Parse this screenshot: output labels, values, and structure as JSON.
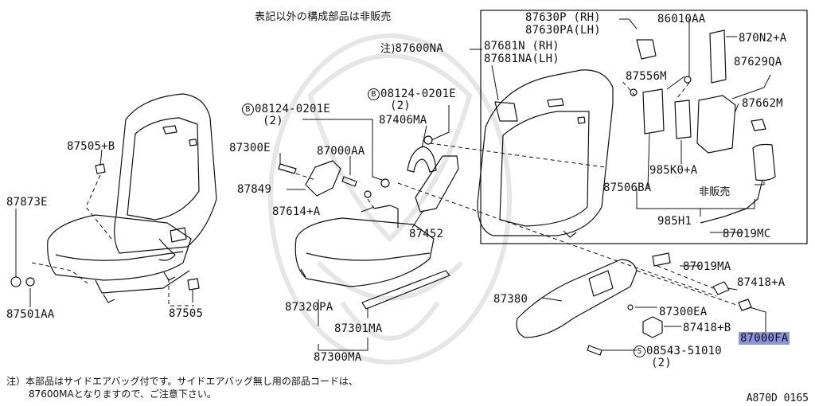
{
  "header_note": "表記以外の構成部品は非販売",
  "labels": {
    "p87630p": "87630P (RH)",
    "p87630pa": "87630PA(LH)",
    "p86010aa": "86010AA",
    "p870n2a": "870N2+A",
    "note_prefix": "注)",
    "p87600na": "87600NA",
    "p87681n": "87681N (RH)",
    "p87681na": "87681NA(LH)",
    "p87629qa": "87629QA",
    "p87556m": "87556M",
    "p87662m": "87662M",
    "b_mark": "B",
    "bolt1": "08124-0201E",
    "bolt1_qty": "(2)",
    "bolt2": "08124-0201E",
    "bolt2_qty": "(2)",
    "p87406ma": "87406MA",
    "p87505b": "87505+B",
    "p87300e": "87300E",
    "p87000aa": "87000AA",
    "p985k0a": "985K0+A",
    "p87849": "87849",
    "p87506ba": "87506BA",
    "not_sold": "非販売",
    "p87873e": "87873E",
    "p87614a": "87614+A",
    "p985h1": "985H1",
    "p87452": "87452",
    "p87019mc": "87019MC",
    "p87019ma": "87019MA",
    "p87418a": "87418+A",
    "p87380": "87380",
    "p87320pa": "87320PA",
    "p87300ea": "87300EA",
    "p87501aa": "87501AA",
    "p87505": "87505",
    "p87301ma": "87301MA",
    "p87418b": "87418+B",
    "p87000fa": "87000FA",
    "s_mark": "S",
    "screw": "08543-51010",
    "screw_qty": "(2)",
    "p87300ma": "87300MA"
  },
  "footer": {
    "line1": "注）本部品はサイドエアバッグ付です。サイドエアバッグ無し用の部品コードは、",
    "line2": "87600MAとなりますので、ご注意下さい。"
  },
  "ref_code": "A870D 0165",
  "colors": {
    "highlight": "#8b94e0",
    "ink": "#111111",
    "watermark": "#e6e6e6"
  }
}
